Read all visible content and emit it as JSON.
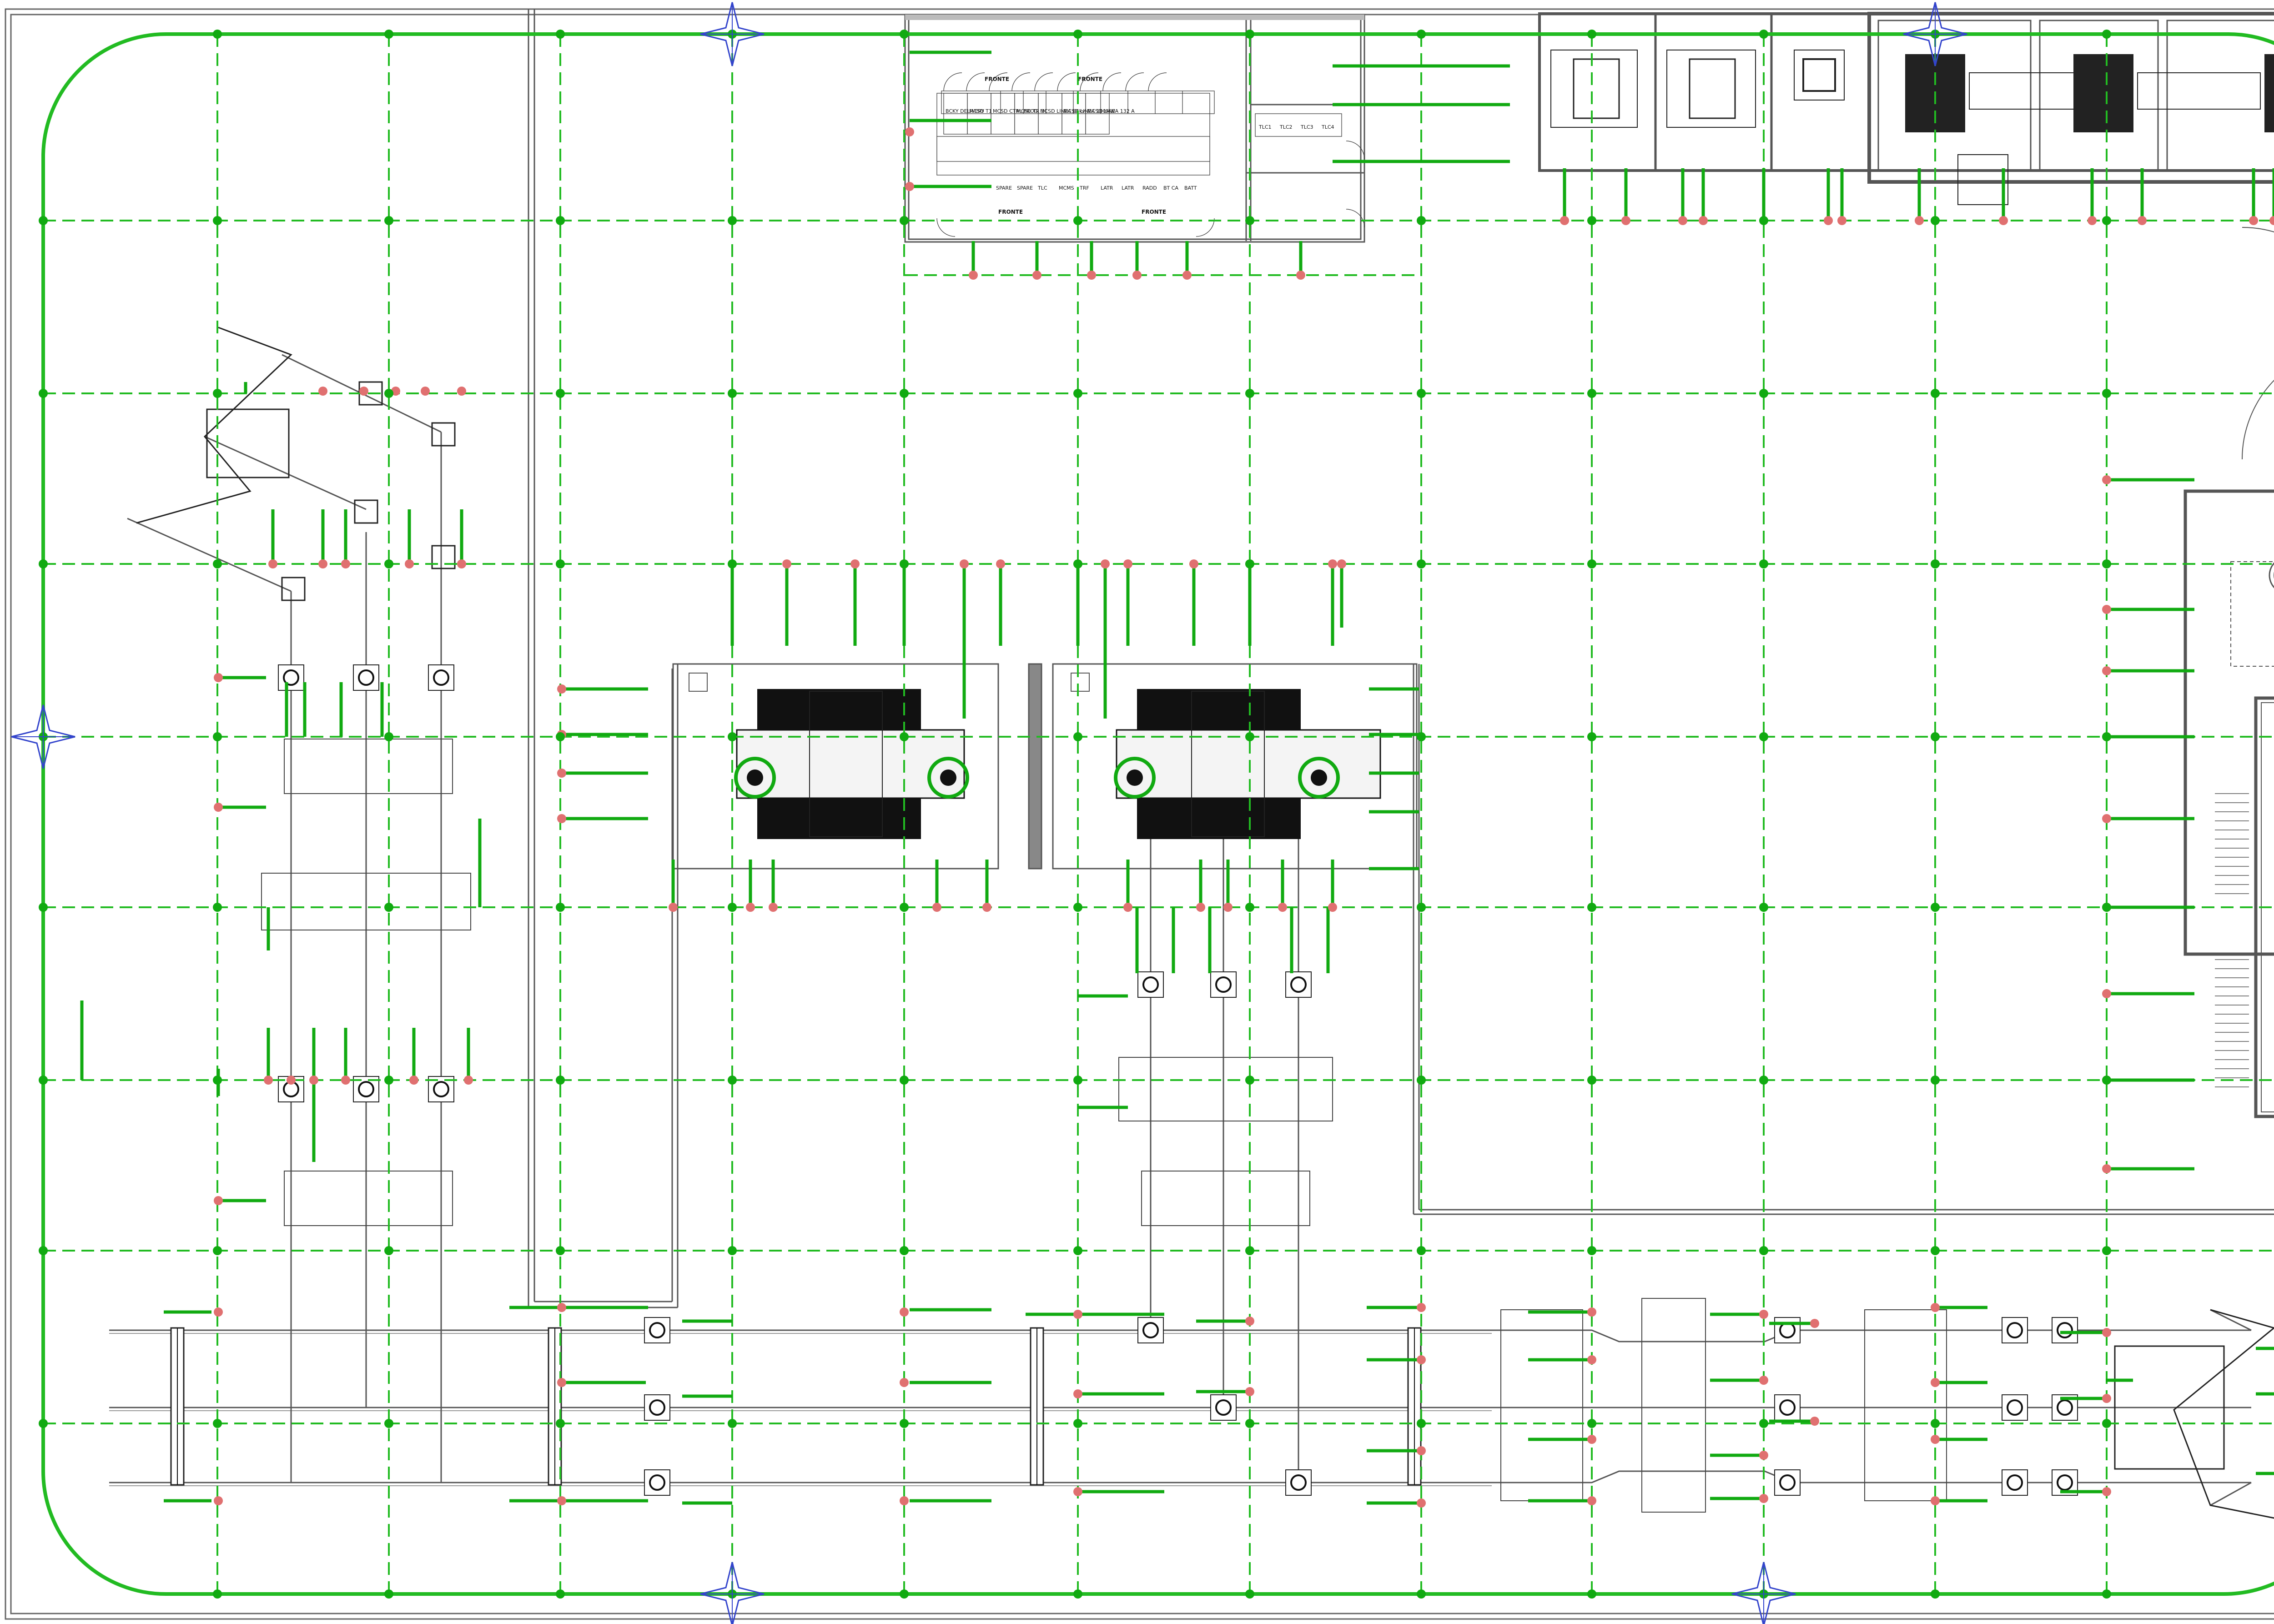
{
  "drawing": {
    "colors": {
      "background": "#ffffff",
      "grid": "#22bb22",
      "ground_conductor": "#11aa11",
      "ground_rod": "#e07070",
      "wall": "#555555",
      "equipment": "#111111",
      "reference_marker": "#3344cc"
    }
  },
  "switchgear_room": {
    "front_label_top_1": "FRONTE",
    "front_label_top_2": "FRONTE",
    "front_label_bottom_1": "FRONTE",
    "front_label_bottom_2": "FRONTE",
    "upper_row_panels": [
      "BCKY DELIVERY",
      "MCSD T1",
      "MCSD CTRL PROG",
      "MCSD TR 3C",
      "MCSD LINEA 66kv",
      "MCSD LINEA 100MW",
      "MCSD LINEA 132 A"
    ],
    "lower_row_panels": [
      "SPARE",
      "SPARE",
      "TLC",
      "MCMS",
      "TRF",
      "LATR",
      "LATR",
      "RADD",
      "BT CA",
      "BATT"
    ],
    "side_panels": [
      "TLC1",
      "TLC2",
      "TLC3",
      "TLC4"
    ]
  }
}
